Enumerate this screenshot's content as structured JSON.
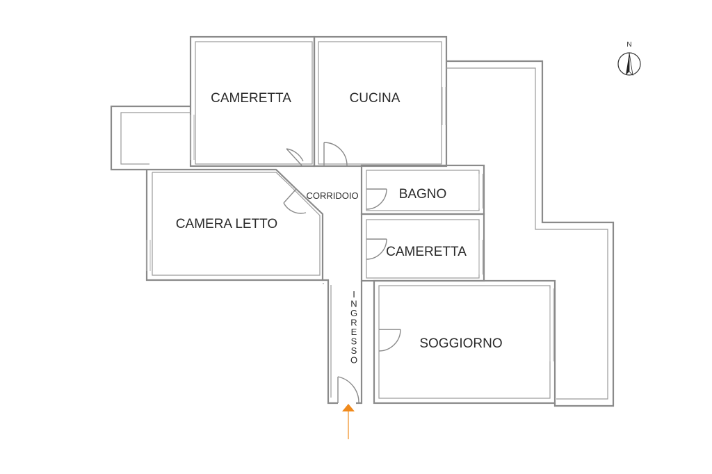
{
  "rooms": {
    "cameretta_top": "CAMERETTA",
    "cucina": "CUCINA",
    "corridoio": "CORRIDOIO",
    "bagno": "BAGNO",
    "camera_letto": "CAMERA LETTO",
    "cameretta_right": "CAMERETTA",
    "soggiorno": "SOGGIORNO",
    "ingresso": "INGRESSO"
  },
  "compass": {
    "label": "N"
  },
  "colors": {
    "wall": "#8a8a8a",
    "entrance_arrow": "#f08a1c",
    "text": "#2a2a2a"
  },
  "icons": {
    "compass": "north-arrow-icon",
    "entrance": "entrance-arrow-icon"
  }
}
